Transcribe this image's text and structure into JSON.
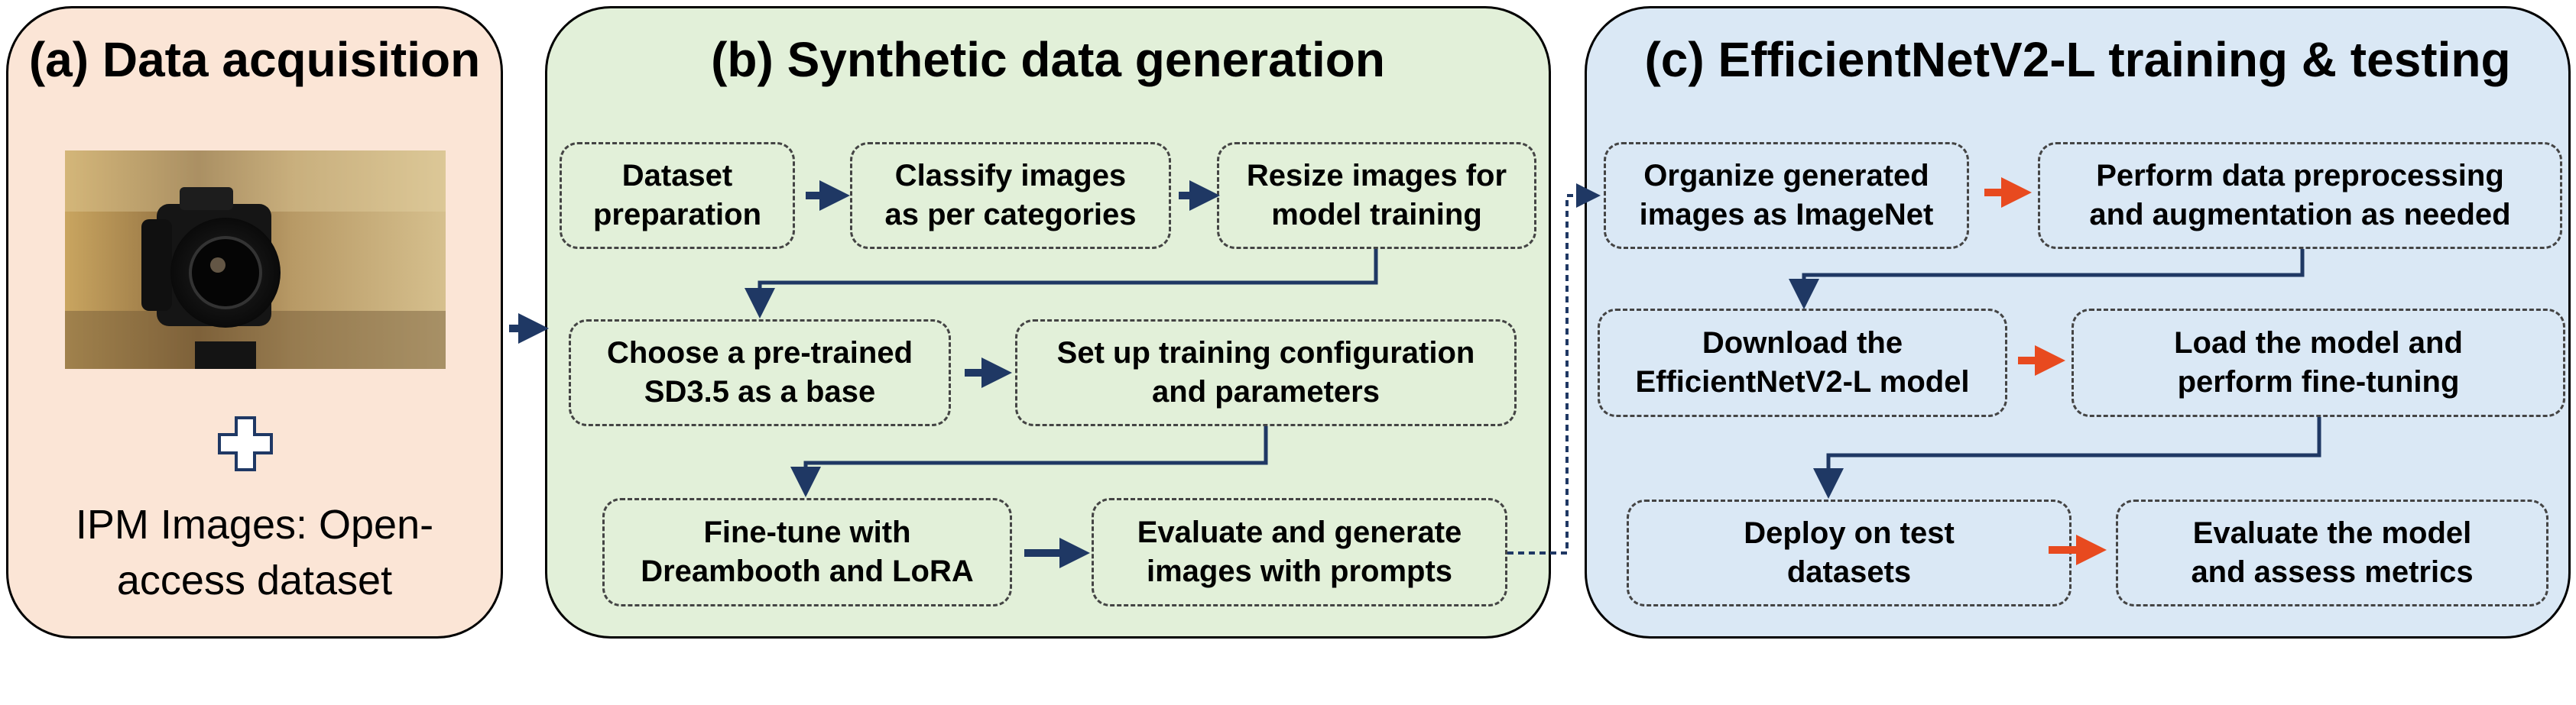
{
  "colors": {
    "panel_a_fill": "#fbe5d6",
    "panel_b_fill": "#e2f0d9",
    "panel_c_fill": "#dae8f5",
    "navy_arrow": "#1f3864",
    "orange_arrow": "#e84a1f"
  },
  "panel_a": {
    "title": "(a) Data acquisition",
    "image_icon": "camera-photo",
    "plus_icon": "plus-outline",
    "caption": "IPM Images: Open-\naccess dataset"
  },
  "panel_b": {
    "title": "(b) Synthetic data generation",
    "steps": [
      "Dataset\npreparation",
      "Classify images\nas per categories",
      "Resize images for\nmodel training",
      "Choose a pre-trained\nSD3.5 as a base",
      "Set up training configuration\nand parameters",
      "Fine-tune with\nDreambooth and LoRA",
      "Evaluate and generate\nimages with prompts"
    ]
  },
  "panel_c": {
    "title": "(c) EfficientNetV2-L training & testing",
    "steps": [
      "Organize generated\nimages as ImageNet",
      "Perform data preprocessing\nand augmentation as needed",
      "Download the\nEfficientNetV2-L model",
      "Load the model and\nperform fine-tuning",
      "Deploy on test\ndatasets",
      "Evaluate the model\nand assess metrics"
    ]
  }
}
